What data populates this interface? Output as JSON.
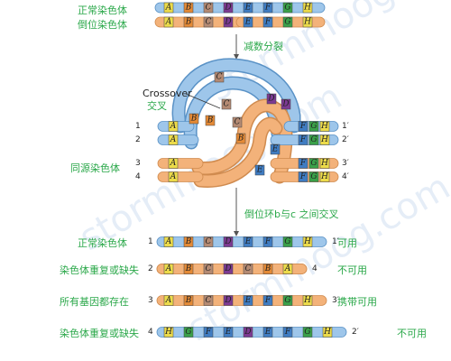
{
  "top_labels": {
    "normal": "正常染色体",
    "inverted": "倒位染色体"
  },
  "meiosis_label": "减数分裂",
  "crossover_label_en": "Crossover",
  "crossover_label_zh": "交叉",
  "homolog_label": "同源染色体",
  "inversion_label": "倒位环b与c 之间交叉",
  "watermark": "stormmoog.com",
  "genes": {
    "normal": [
      "A",
      "B",
      "C",
      "D",
      "E",
      "F",
      "G",
      "H"
    ],
    "inverted": [
      "A",
      "B",
      "C",
      "D",
      "E",
      "F",
      "G",
      "H"
    ]
  },
  "synapsis_numbers": [
    "1",
    "1′",
    "2",
    "2′",
    "3",
    "3′",
    "4",
    "4′"
  ],
  "products": [
    {
      "num": "1",
      "num_end": "1′",
      "genes": [
        "A",
        "B",
        "C",
        "D",
        "E",
        "F",
        "G",
        "H"
      ],
      "desc": "正常染色体",
      "status": "可用"
    },
    {
      "num": "2",
      "num_end": "4",
      "genes": [
        "A",
        "B",
        "C",
        "D",
        "C",
        "B",
        "A"
      ],
      "desc": "染色体重复或缺失",
      "status": "不可用"
    },
    {
      "num": "3",
      "num_end": "3′",
      "genes": [
        "A",
        "B",
        "C",
        "D",
        "E",
        "F",
        "G",
        "H"
      ],
      "desc": "所有基因都存在",
      "status": "携带可用"
    },
    {
      "num": "4",
      "num_end": "2′",
      "genes": [
        "H",
        "G",
        "F",
        "E",
        "D",
        "E",
        "F",
        "G",
        "H"
      ],
      "desc": "染色体重复或缺失",
      "status": "不可用"
    }
  ],
  "colors": {
    "blue": "#9ec6ea",
    "blue_edge": "#5a92c6",
    "orange": "#f3b27a",
    "orange_edge": "#d08b4f",
    "green_text": "#2ba84a",
    "gene_yellow": "#ecdb4a",
    "gene_orange": "#e48a36",
    "gene_tan": "#b48a73",
    "gene_purple": "#7c3a92",
    "gene_blue": "#3f7cc2",
    "gene_green": "#3aa049",
    "gene_teal": "#5fb2a6"
  }
}
